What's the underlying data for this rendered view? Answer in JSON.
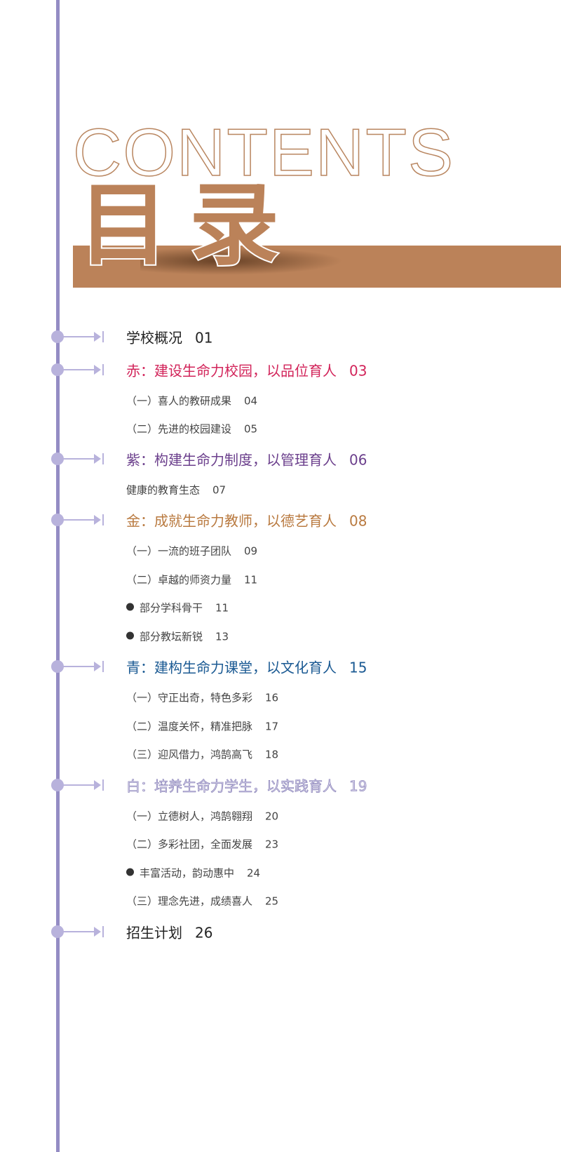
{
  "header": {
    "contents": "CONTENTS",
    "title": "目录"
  },
  "colors": {
    "line": "#948cc4",
    "brown": "#bb8259",
    "red": "#d2245a",
    "purple": "#6b3f8c",
    "gold": "#b97a40",
    "blue": "#1b5a93",
    "white": "#d6d1ea"
  },
  "items": [
    {
      "type": "h",
      "text": "学校概况",
      "page": "01",
      "color": "#222222"
    },
    {
      "type": "h",
      "text": "赤：建设生命力校园，以品位育人",
      "page": "03",
      "color": "#d2245a"
    },
    {
      "type": "s",
      "text": "（一）喜人的教研成果",
      "page": "04"
    },
    {
      "type": "s",
      "text": "（二）先进的校园建设",
      "page": "05"
    },
    {
      "type": "h",
      "text": "紫：构建生命力制度，以管理育人",
      "page": "06",
      "color": "#6b3f8c"
    },
    {
      "type": "s",
      "text": "健康的教育生态",
      "page": "07"
    },
    {
      "type": "h",
      "text": "金：成就生命力教师，以德艺育人",
      "page": "08",
      "color": "#b97a40"
    },
    {
      "type": "s",
      "text": "（一）一流的班子团队",
      "page": "09"
    },
    {
      "type": "s",
      "text": "（二）卓越的师资力量",
      "page": "11"
    },
    {
      "type": "b",
      "text": "部分学科骨干",
      "page": "11"
    },
    {
      "type": "b",
      "text": "部分教坛新锐",
      "page": "13"
    },
    {
      "type": "h",
      "text": "青：建构生命力课堂，以文化育人",
      "page": "15",
      "color": "#1b5a93"
    },
    {
      "type": "s",
      "text": "（一）守正出奇，特色多彩",
      "page": "16"
    },
    {
      "type": "s",
      "text": "（二）温度关怀，精准把脉",
      "page": "17"
    },
    {
      "type": "s",
      "text": "（三）迎风借力，鸿鹄高飞",
      "page": "18"
    },
    {
      "type": "h",
      "text": "白：培养生命力学生，以实践育人",
      "page": "19",
      "color": "white"
    },
    {
      "type": "s",
      "text": "（一）立德树人，鸿鹄翱翔",
      "page": "20"
    },
    {
      "type": "s",
      "text": "（二）多彩社团，全面发展",
      "page": "23"
    },
    {
      "type": "b",
      "text": "丰富活动，韵动惠中",
      "page": "24"
    },
    {
      "type": "s",
      "text": "（三）理念先进，成绩喜人",
      "page": "25"
    },
    {
      "type": "h",
      "text": "招生计划",
      "page": "26",
      "color": "#222222"
    }
  ]
}
